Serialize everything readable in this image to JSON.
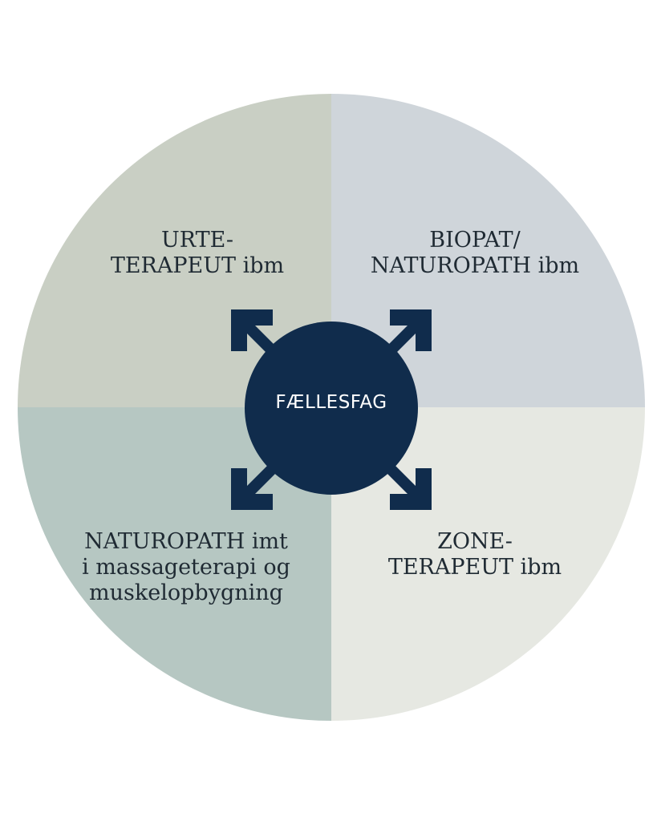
{
  "colors": {
    "quadrant_top_left": "#c9cfc4",
    "quadrant_top_right": "#cfd5da",
    "quadrant_bottom_left": "#b6c7c2",
    "quadrant_bottom_right": "#e6e8e2",
    "hub": "#102c4c",
    "hub_text": "#ffffff",
    "label_text": "#1f2a33"
  },
  "hub": {
    "label": "FÆLLESFAG",
    "icon": "four-way-arrows-icon"
  },
  "quadrants": [
    {
      "id": "top-left",
      "label": "URTE-\nTERAPEUT ibm"
    },
    {
      "id": "top-right",
      "label": "BIOPAT/\nNATUROPATH ibm"
    },
    {
      "id": "bottom-left",
      "label": "NATUROPATH imt\ni massageterapi og\nmuskelopbygning"
    },
    {
      "id": "bottom-right",
      "label": "ZONE-\nTERAPEUT ibm"
    }
  ]
}
